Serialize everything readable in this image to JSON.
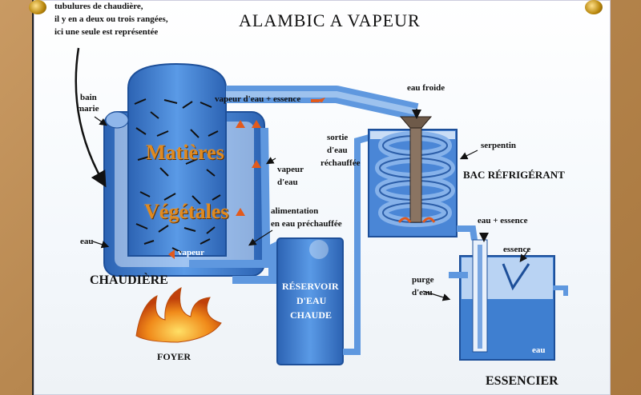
{
  "title": "ALAMBIC A VAPEUR",
  "labels": {
    "note_line1": "tubulures de chaudière,",
    "note_line2": "il y en a deux ou trois rangées,",
    "note_line3": "ici une seule est représentée",
    "bain_marie_1": "bain",
    "bain_marie_2": "marie",
    "eau_left": "eau",
    "chaudiere": "CHAUDIÈRE",
    "foyer": "FOYER",
    "matieres": "Matières",
    "vegetales": "Végétales",
    "vapeur_bottom": "vapeur",
    "vapeur_eau_essence": "vapeur d'eau + essence",
    "vapeur_deau_1": "vapeur",
    "vapeur_deau_2": "d'eau",
    "alimentation_1": "alimentation",
    "alimentation_2": "en eau préchauffée",
    "sortie_1": "sortie",
    "sortie_2": "d'eau",
    "sortie_3": "réchauffée",
    "eau_froide": "eau froide",
    "serpentin": "serpentin",
    "bac": "BAC RÉFRIGÉRANT",
    "eau_essence": "eau + essence",
    "essence": "essence",
    "purge_1": "purge",
    "purge_2": "d'eau",
    "eau_essencier": "eau",
    "essencier": "ESSENCIER",
    "reservoir_1": "RÉSERVOIR",
    "reservoir_2": "D'EAU",
    "reservoir_3": "CHAUDE"
  },
  "colors": {
    "vessel": "#3f7fd0",
    "vessel_dark": "#1d4f99",
    "pipe": "#6fa6e6",
    "arrow": "#e25a1c",
    "flame": "#f07a18"
  }
}
